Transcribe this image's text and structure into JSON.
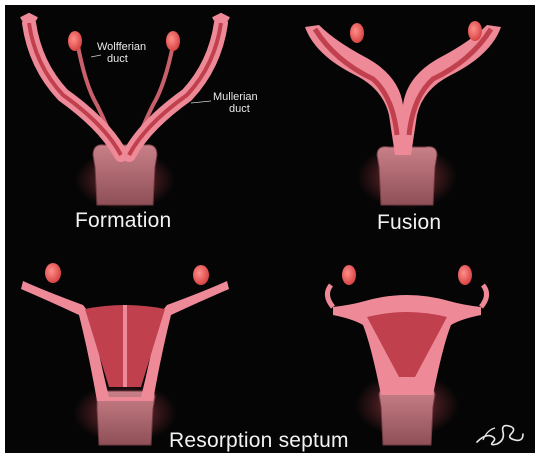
{
  "stages": [
    {
      "id": "formation",
      "caption": "Formation"
    },
    {
      "id": "fusion",
      "caption": "Fusion"
    },
    {
      "id": "resorption",
      "caption": "Resorption septum"
    },
    {
      "id": "final",
      "caption": ""
    }
  ],
  "labels": {
    "wolffian_line1": "Wolfferian",
    "wolffian_line2": "duct",
    "mullerian_line1": "Mullerian",
    "mullerian_line2": "duct"
  },
  "colors": {
    "background": "#050505",
    "tissue": "#ee8a98",
    "tissue_dark": "#c0404e",
    "cavity": "#a8343f",
    "ovary": "#e85a5a",
    "cervix": "#b77077",
    "glow": "#ff5a6a",
    "text": "#f2f2f2"
  },
  "logo": {
    "icon": "signature-logo"
  }
}
